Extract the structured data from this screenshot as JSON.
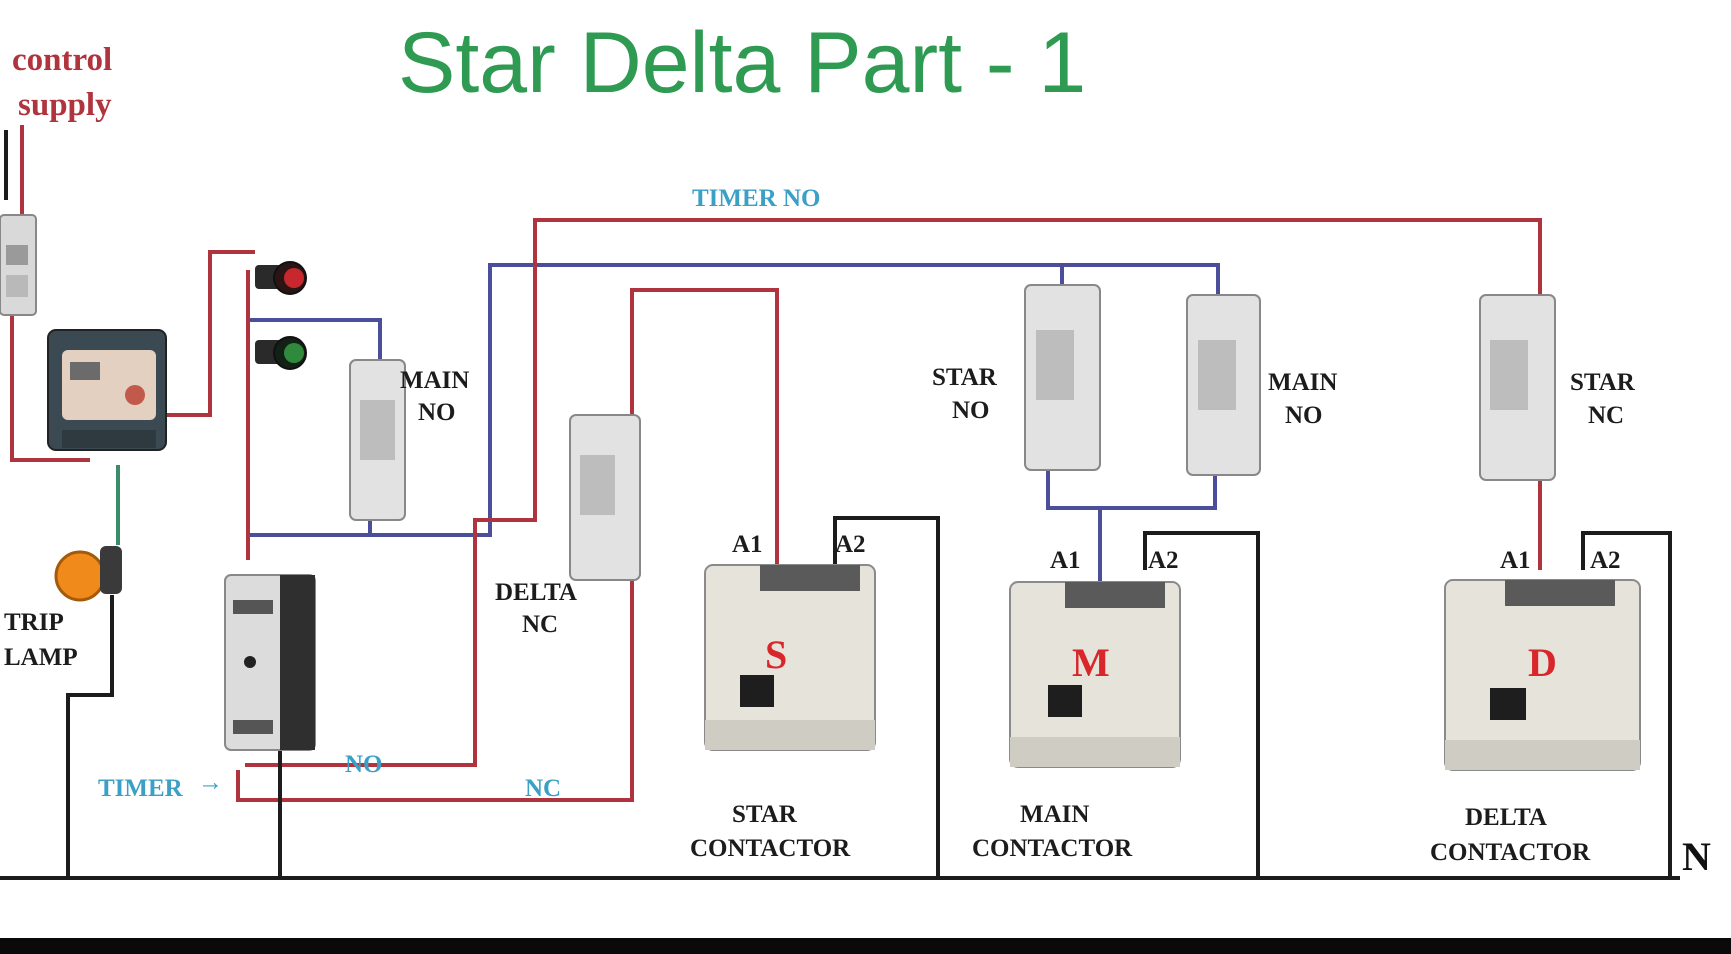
{
  "title": "Star Delta Part - 1",
  "control_supply": [
    "control",
    "supply"
  ],
  "labels": {
    "timer_no_wire": "TIMER NO",
    "main_no_1": [
      "MAIN",
      "NO"
    ],
    "star_no": [
      "STAR",
      "NO"
    ],
    "main_no_2": [
      "MAIN",
      "NO"
    ],
    "star_nc": [
      "STAR",
      "NC"
    ],
    "delta_nc": [
      "DELTA",
      "NC"
    ],
    "trip_lamp": [
      "TRIP",
      "LAMP"
    ],
    "timer": "TIMER",
    "no_wire": "NO",
    "nc_wire": "NC",
    "neutral": "N"
  },
  "contactors": [
    {
      "id": "star",
      "letter": "S",
      "a1": "A1",
      "a2": "A2",
      "name": [
        "STAR",
        "CONTACTOR"
      ]
    },
    {
      "id": "main",
      "letter": "M",
      "a1": "A1",
      "a2": "A2",
      "name": [
        "MAIN",
        "CONTACTOR"
      ]
    },
    {
      "id": "delta",
      "letter": "D",
      "a1": "A1",
      "a2": "A2",
      "name": [
        "DELTA",
        "CONTACTOR"
      ]
    }
  ],
  "colors": {
    "title": "#2e9a52",
    "control_wire": "#b0343d",
    "aux_wire": "#4b4f9a",
    "neutral_wire": "#1c1c1c",
    "label_blue": "#3aa0c6",
    "coil_letter": "#d8262b"
  }
}
